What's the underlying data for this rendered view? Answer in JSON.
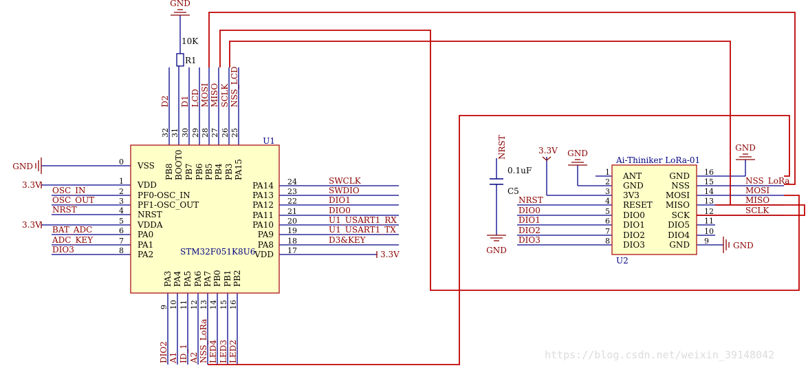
{
  "u1": {
    "designator": "U1",
    "part": "STM32F051K8U6",
    "left_pins": [
      {
        "num": "0",
        "name": "VSS",
        "net": "GND"
      },
      {
        "num": "1",
        "name": "VDD",
        "net": "3.3V"
      },
      {
        "num": "2",
        "name": "PF0-OSC_IN",
        "net": "OSC_IN"
      },
      {
        "num": "3",
        "name": "PF1-OSC_OUT",
        "net": "OSC_OUT"
      },
      {
        "num": "4",
        "name": "NRST",
        "net": "NRST"
      },
      {
        "num": "5",
        "name": "VDDA",
        "net": "3.3V"
      },
      {
        "num": "6",
        "name": "PA0",
        "net": "BAT_ADC"
      },
      {
        "num": "7",
        "name": "PA1",
        "net": "ADC_KEY"
      },
      {
        "num": "8",
        "name": "PA2",
        "net": "DIO3"
      }
    ],
    "right_pins": [
      {
        "num": "24",
        "name": "PA14",
        "net": "SWCLK"
      },
      {
        "num": "23",
        "name": "PA13",
        "net": "SWDIO"
      },
      {
        "num": "22",
        "name": "PA12",
        "net": "DIO1"
      },
      {
        "num": "21",
        "name": "PA11",
        "net": "DIO0"
      },
      {
        "num": "20",
        "name": "PA10",
        "net": "U1_USART1_RX"
      },
      {
        "num": "19",
        "name": "PA9",
        "net": "U1_USART1_TX"
      },
      {
        "num": "18",
        "name": "PA8",
        "net": "D3&KEY"
      },
      {
        "num": "17",
        "name": "VDD",
        "net": "3.3V"
      }
    ],
    "top_pins": [
      {
        "num": "32",
        "name": "PB8",
        "net": "D2"
      },
      {
        "num": "31",
        "name": "BOOT0",
        "net": ""
      },
      {
        "num": "30",
        "name": "PB7",
        "net": "D1"
      },
      {
        "num": "29",
        "name": "PB6",
        "net": "LCD"
      },
      {
        "num": "28",
        "name": "PB5",
        "net": "MOSI"
      },
      {
        "num": "27",
        "name": "PB4",
        "net": "MISO"
      },
      {
        "num": "26",
        "name": "PB3",
        "net": "SCLK"
      },
      {
        "num": "25",
        "name": "PA15",
        "net": "NSS_LCD"
      }
    ],
    "bottom_pins": [
      {
        "num": "9",
        "name": "PA3",
        "net": "DIO2"
      },
      {
        "num": "10",
        "name": "PA4",
        "net": "A1"
      },
      {
        "num": "11",
        "name": "PA5",
        "net": "ID_1"
      },
      {
        "num": "12",
        "name": "PA6",
        "net": "A2"
      },
      {
        "num": "13",
        "name": "PA7",
        "net": "NSS_LoRa"
      },
      {
        "num": "14",
        "name": "PB0",
        "net": "LED4"
      },
      {
        "num": "15",
        "name": "PB1",
        "net": "LED3"
      },
      {
        "num": "16",
        "name": "PB2",
        "net": "LED2"
      }
    ]
  },
  "u2": {
    "designator": "U2",
    "part": "Ai-Thiniker LoRa-01",
    "left_pins": [
      {
        "num": "1",
        "name": "ANT",
        "net": ""
      },
      {
        "num": "2",
        "name": "GND",
        "net": ""
      },
      {
        "num": "3",
        "name": "3V3",
        "net": ""
      },
      {
        "num": "4",
        "name": "RESET",
        "net": "NRST"
      },
      {
        "num": "5",
        "name": "DIO0",
        "net": "DIO0"
      },
      {
        "num": "6",
        "name": "DIO1",
        "net": "DIO1"
      },
      {
        "num": "7",
        "name": "DIO2",
        "net": "DIO2"
      },
      {
        "num": "8",
        "name": "DIO3",
        "net": "DIO3"
      }
    ],
    "right_pins": [
      {
        "num": "16",
        "name": "GND",
        "net": ""
      },
      {
        "num": "15",
        "name": "NSS",
        "net": "NSS_LoRa"
      },
      {
        "num": "14",
        "name": "MOSI",
        "net": "MOSI"
      },
      {
        "num": "13",
        "name": "MISO",
        "net": "MISO"
      },
      {
        "num": "12",
        "name": "SCK",
        "net": "SCLK"
      },
      {
        "num": "11",
        "name": "DIO5",
        "net": ""
      },
      {
        "num": "10",
        "name": "DIO4",
        "net": ""
      },
      {
        "num": "9",
        "name": "GND",
        "net": ""
      }
    ]
  },
  "r1": {
    "designator": "R1",
    "value": "10K"
  },
  "c5": {
    "designator": "C5",
    "value": "0.1uF",
    "net": "NRST"
  },
  "power": {
    "gnd": "GND",
    "vcc": "3.3V"
  },
  "watermark": "https://blog.csdn.net/weixin_39148042",
  "colors": {
    "wire": "#00008b",
    "net_label": "#8b0000",
    "drawn_net": "#c00000",
    "component": "#000080",
    "chip_fill": "#ffffc8",
    "chip_border": "#b22222"
  }
}
